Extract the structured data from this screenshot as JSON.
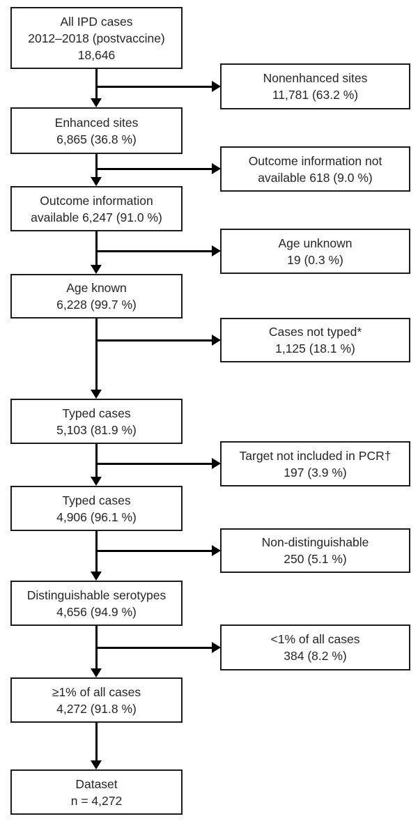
{
  "flowchart": {
    "main_boxes": [
      {
        "name": "all-ipd-cases",
        "lines": [
          "All IPD cases",
          "2012–2018 (postvaccine)",
          "18,646"
        ]
      },
      {
        "name": "enhanced-sites",
        "lines": [
          "Enhanced sites",
          "6,865 (36.8 %)"
        ]
      },
      {
        "name": "outcome-available",
        "lines": [
          "Outcome information",
          "available 6,247 (91.0 %)"
        ]
      },
      {
        "name": "age-known",
        "lines": [
          "Age known",
          "6,228 (99.7 %)"
        ]
      },
      {
        "name": "typed-cases-1",
        "lines": [
          "Typed cases",
          "5,103 (81.9 %)"
        ]
      },
      {
        "name": "typed-cases-2",
        "lines": [
          "Typed cases",
          "4,906 (96.1 %)"
        ]
      },
      {
        "name": "distinguishable-serotypes",
        "lines": [
          "Distinguishable serotypes",
          "4,656 (94.9 %)"
        ]
      },
      {
        "name": "ge1pct-of-all-cases",
        "lines": [
          "≥1% of all cases",
          "4,272 (91.8 %)"
        ]
      },
      {
        "name": "dataset",
        "lines": [
          "Dataset",
          "n = 4,272"
        ]
      }
    ],
    "side_boxes": [
      {
        "name": "nonenhanced-sites",
        "lines": [
          "Nonenhanced sites",
          "11,781 (63.2 %)"
        ]
      },
      {
        "name": "outcome-not-available",
        "lines": [
          "Outcome information not",
          "available 618 (9.0 %)"
        ]
      },
      {
        "name": "age-unknown",
        "lines": [
          "Age unknown",
          "19 (0.3 %)"
        ]
      },
      {
        "name": "cases-not-typed",
        "lines": [
          "Cases not typed*",
          "1,125 (18.1 %)"
        ]
      },
      {
        "name": "target-not-in-pcr",
        "lines": [
          "Target not included in PCR†",
          "197 (3.9 %)"
        ]
      },
      {
        "name": "non-distinguishable",
        "lines": [
          "Non-distinguishable",
          "250 (5.1 %)"
        ]
      },
      {
        "name": "lt1pct-of-all-cases",
        "lines": [
          "<1% of all cases",
          "384 (8.2 %)"
        ]
      }
    ],
    "colors": {
      "line": "#000000",
      "border": "#1c1c1c",
      "text": "#262626",
      "background": "#ffffff"
    }
  }
}
